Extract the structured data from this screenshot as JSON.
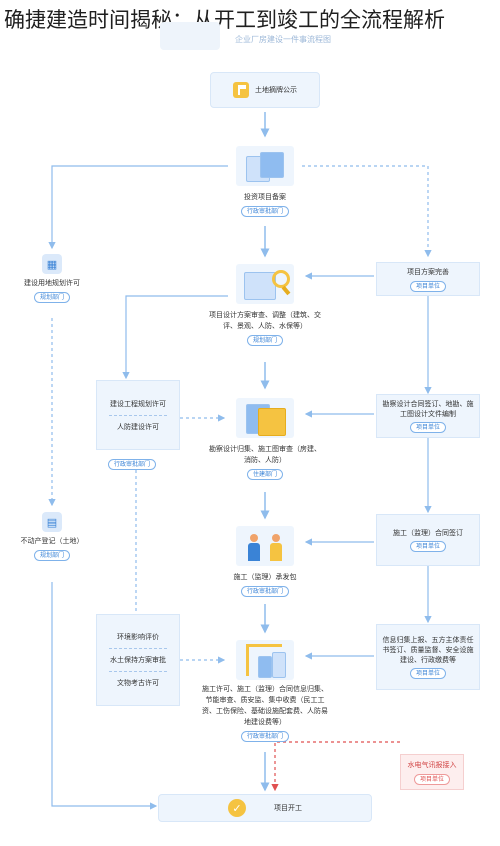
{
  "headline": "确捷建造时间揭秘：从开工到竣工的全流程解析",
  "diagram": {
    "watermark_title": "企业厂房建设一件事流程图",
    "main_flow": [
      {
        "label": "土地摘牌公示",
        "tag": ""
      },
      {
        "label": "投资项目备案",
        "tag": "行政审批部门"
      },
      {
        "label": "项目设计方案审查、调整（建筑、交评、景观、人防、水保等）",
        "tag": "规划部门"
      },
      {
        "label": "勘察设计归集、施工图审查（房建、消防、人防）",
        "tag": "住建部门"
      },
      {
        "label": "施工（监理）承发包",
        "tag": "行政审批部门"
      },
      {
        "label": "施工许可、施工（监理）合同信息归集、节能审查、质安监、集中收费（民工工资、工伤保险、基础设施配套费、人防易地建设费等）",
        "tag": "行政审批部门"
      },
      {
        "label": "项目开工",
        "tag": ""
      }
    ],
    "left_flow": [
      {
        "label": "建设用地规划许可",
        "tag": "规划部门"
      },
      {
        "label": "不动产登记（土地）",
        "tag": "规划部门"
      }
    ],
    "left_group_1": {
      "items": [
        "建设工程规划许可",
        "人防建设许可"
      ],
      "tag": "行政审批部门"
    },
    "left_group_2": {
      "items": [
        "环境影响评价",
        "水土保持方案审批",
        "文物考古许可"
      ]
    },
    "right_flow": [
      {
        "label": "项目方案完善",
        "tag": "项目单位"
      },
      {
        "label": "勘察设计合同签订、地勘、施工图设计文件编制",
        "tag": "项目单位"
      },
      {
        "label": "施工（监理）合同签订",
        "tag": "项目单位"
      },
      {
        "label": "信息归集上报、五方主体责任书签订、质量监督、安全设施建设、行政缴费等",
        "tag": "项目单位"
      },
      {
        "label": "水电气讯报接入",
        "tag": "项目单位"
      }
    ],
    "icons": {
      "land": "flag-icon",
      "investment": "document-icon",
      "design": "magnifier-icon",
      "survey": "folder-icon",
      "contract": "handshake-icon",
      "permit": "crane-icon",
      "start": "check-shield-icon",
      "left_plan": "building-icon",
      "left_estate": "certificate-icon"
    },
    "colors": {
      "accent": "#3a83d6",
      "card_bg": "#eef5fd",
      "arrow": "#8fbcec",
      "red": "#e05050"
    }
  }
}
